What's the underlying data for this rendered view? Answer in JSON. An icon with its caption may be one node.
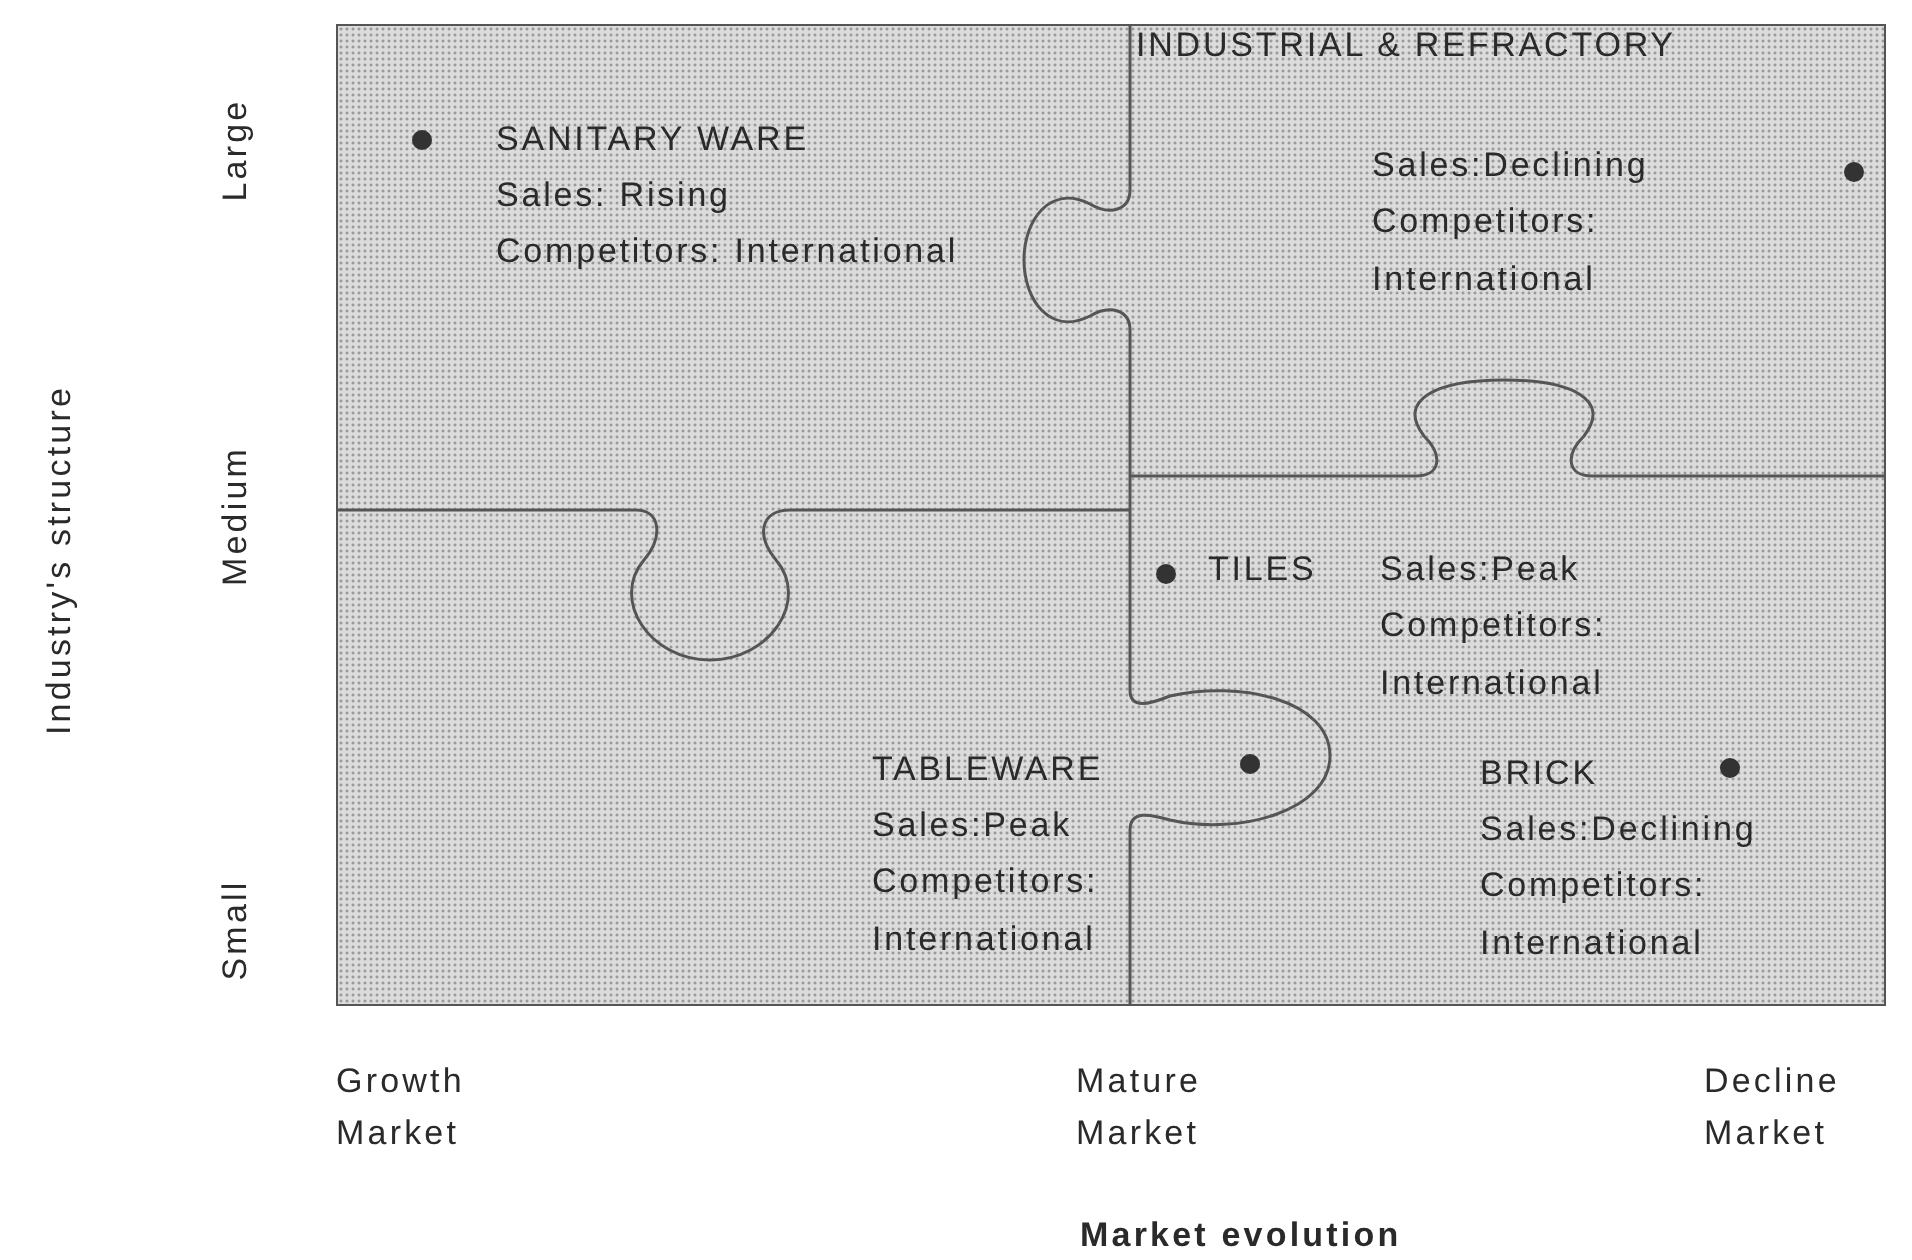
{
  "diagram": {
    "nodes": [
      {
        "text": [
          "SANITARY WARE",
          "Sales: Rising",
          "Competitors: International"
        ]
      },
      {
        "text": [
          "INDUSTRIAL & REFRACTORY",
          "Sales:Declining",
          "Competitors: International"
        ]
      },
      {
        "text": [
          "TILES",
          "Sales:Peak",
          "Competitors: International"
        ]
      },
      {
        "text": [
          "TABLEWARE",
          "Sales:Peak",
          "Competitors: International"
        ]
      },
      {
        "text": [
          "BRICK",
          "Sales:Declining",
          "Competitors: International"
        ]
      }
    ],
    "edges": [],
    "labels": [
      "Industry's structure",
      "Large",
      "Medium",
      "Small",
      "Growth Market",
      "Mature Market",
      "Decline Market",
      "Market evolution"
    ]
  }
}
